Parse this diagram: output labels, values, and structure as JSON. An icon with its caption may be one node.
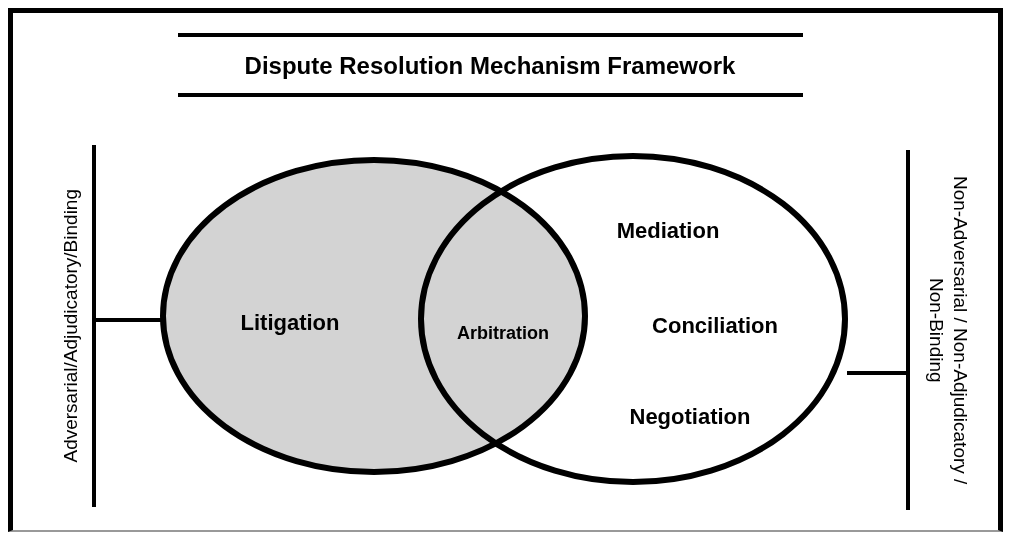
{
  "diagram": {
    "title": "Dispute Resolution Mechanism Framework",
    "nodes": [
      {
        "text": [
          "Litigation"
        ]
      },
      {
        "text": [
          "Mediation",
          "Conciliation",
          "Negotiation"
        ]
      },
      {
        "text": [
          "Adversarial/Adjudicatory/Binding"
        ]
      },
      {
        "text": [
          "Non-Adversarial / Non-Adjudicatory / Non-Binding"
        ]
      }
    ],
    "edges": [
      {
        "from": 2,
        "to": 0,
        "arrow": "none"
      },
      {
        "from": 3,
        "to": 1,
        "arrow": "none"
      }
    ],
    "labels": [
      "Arbitration"
    ]
  }
}
